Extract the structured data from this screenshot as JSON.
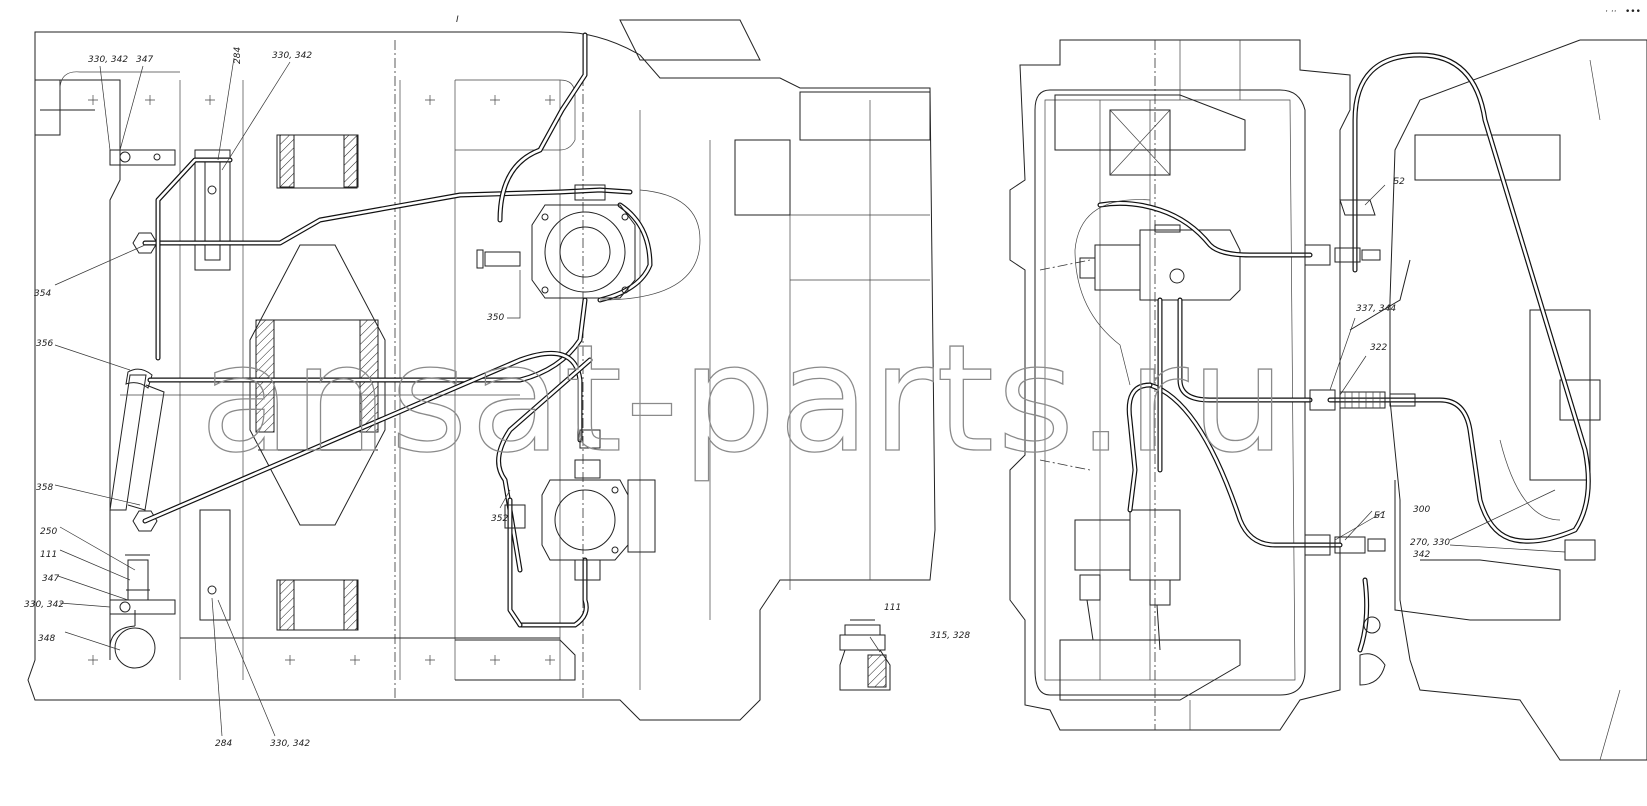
{
  "watermark": "ansat-parts.ru",
  "corner_marks": [
    "· ··",
    "•••"
  ],
  "sheet_mark": "I",
  "callouts": {
    "c354": "354",
    "c356": "356",
    "c358": "358",
    "c250": "250",
    "c111_left": "111",
    "c347_left": "347",
    "c330_342_left": "330, 342",
    "c348": "348",
    "c284_bottom": "284",
    "c330_342_bottom": "330, 342",
    "c330_342_top_a": "330, 342",
    "c347_top": "347",
    "c284_top": "284",
    "c330_342_top_b": "330, 342",
    "c350": "350",
    "c352": "352",
    "c111_detail": "111",
    "c315_328": "315, 328",
    "cB2": "Б2",
    "c337_344": "337, 344",
    "c322": "322",
    "cB1": "Б1",
    "c300": "300",
    "c270_330": "270, 330",
    "c342": "342"
  }
}
